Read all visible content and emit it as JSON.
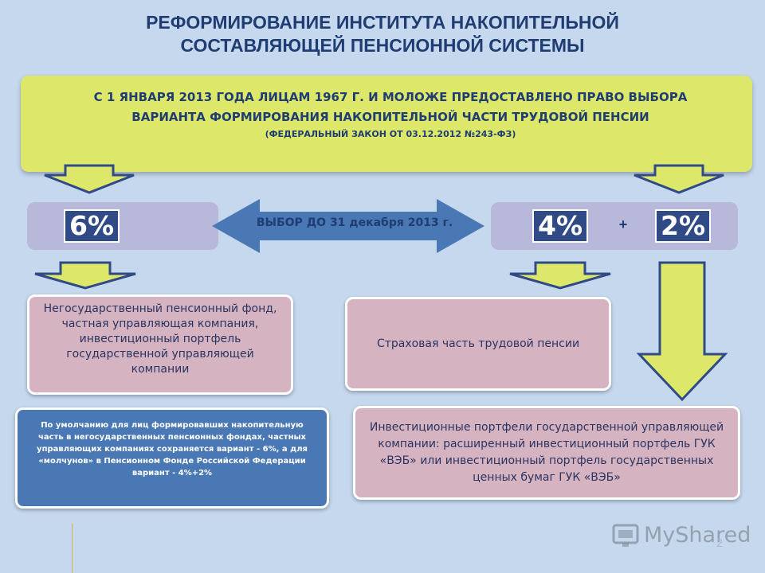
{
  "title": {
    "line1": "РЕФОРМИРОВАНИЕ ИНСТИТУТА НАКОПИТЕЛЬНОЙ",
    "line2": "СОСТАВЛЯЮЩЕЙ ПЕНСИОННОЙ СИСТЕМЫ"
  },
  "banner": {
    "line1": "С 1 ЯНВАРЯ 2013 ГОДА ЛИЦАМ 1967 Г. И МОЛОЖЕ ПРЕДОСТАВЛЕНО ПРАВО ВЫБОРА",
    "line2": "ВАРИАНТА ФОРМИРОВАНИЯ НАКОПИТЕЛЬНОЙ ЧАСТИ ТРУДОВОЙ ПЕНСИИ",
    "law": "(ФЕДЕРАЛЬНЫЙ ЗАКОН ОТ 03.12.2012 №243-ФЗ)"
  },
  "options": {
    "left_pct": "6%",
    "choice_label": "ВЫБОР ДО 31 декабря 2013 г.",
    "right_pct_a": "4%",
    "plus": "+",
    "right_pct_b": "2%"
  },
  "boxes": {
    "npf": "Негосударственный пенсионный фонд, частная управляющая компания, инвестиционный портфель государственной управляющей компании",
    "insurance": "Страховая часть трудовой пенсии",
    "portfolio": "Инвестиционные портфели государственной управляющей компании: расширенный инвестиционный портфель ГУК «ВЭБ» или инвестиционный портфель государственных ценных бумаг ГУК «ВЭБ»",
    "default_note": "По умолчанию для лиц формировавших накопительную часть в негосударственных пенсионных фондах, частных управляющих компаниях сохраняется вариант - 6%, а для «молчунов» в Пенсионном Фонде Российской Федерации вариант - 4%+2%"
  },
  "footer": {
    "logo_text": "MyShared",
    "page_number": "2"
  },
  "colors": {
    "background": "#c6d8ee",
    "banner": "#dde86a",
    "bar": "#b7b8da",
    "percent_box": "#2f4a85",
    "pink_box": "#d6b3c1",
    "blue_box": "#4978b5",
    "arrow": "#dde86a",
    "arrow_outline": "#2f4a85",
    "title_text": "#1f3d73"
  },
  "icons": [
    "arrow-down-icon",
    "double-arrow-icon",
    "myshared-logo-icon"
  ]
}
